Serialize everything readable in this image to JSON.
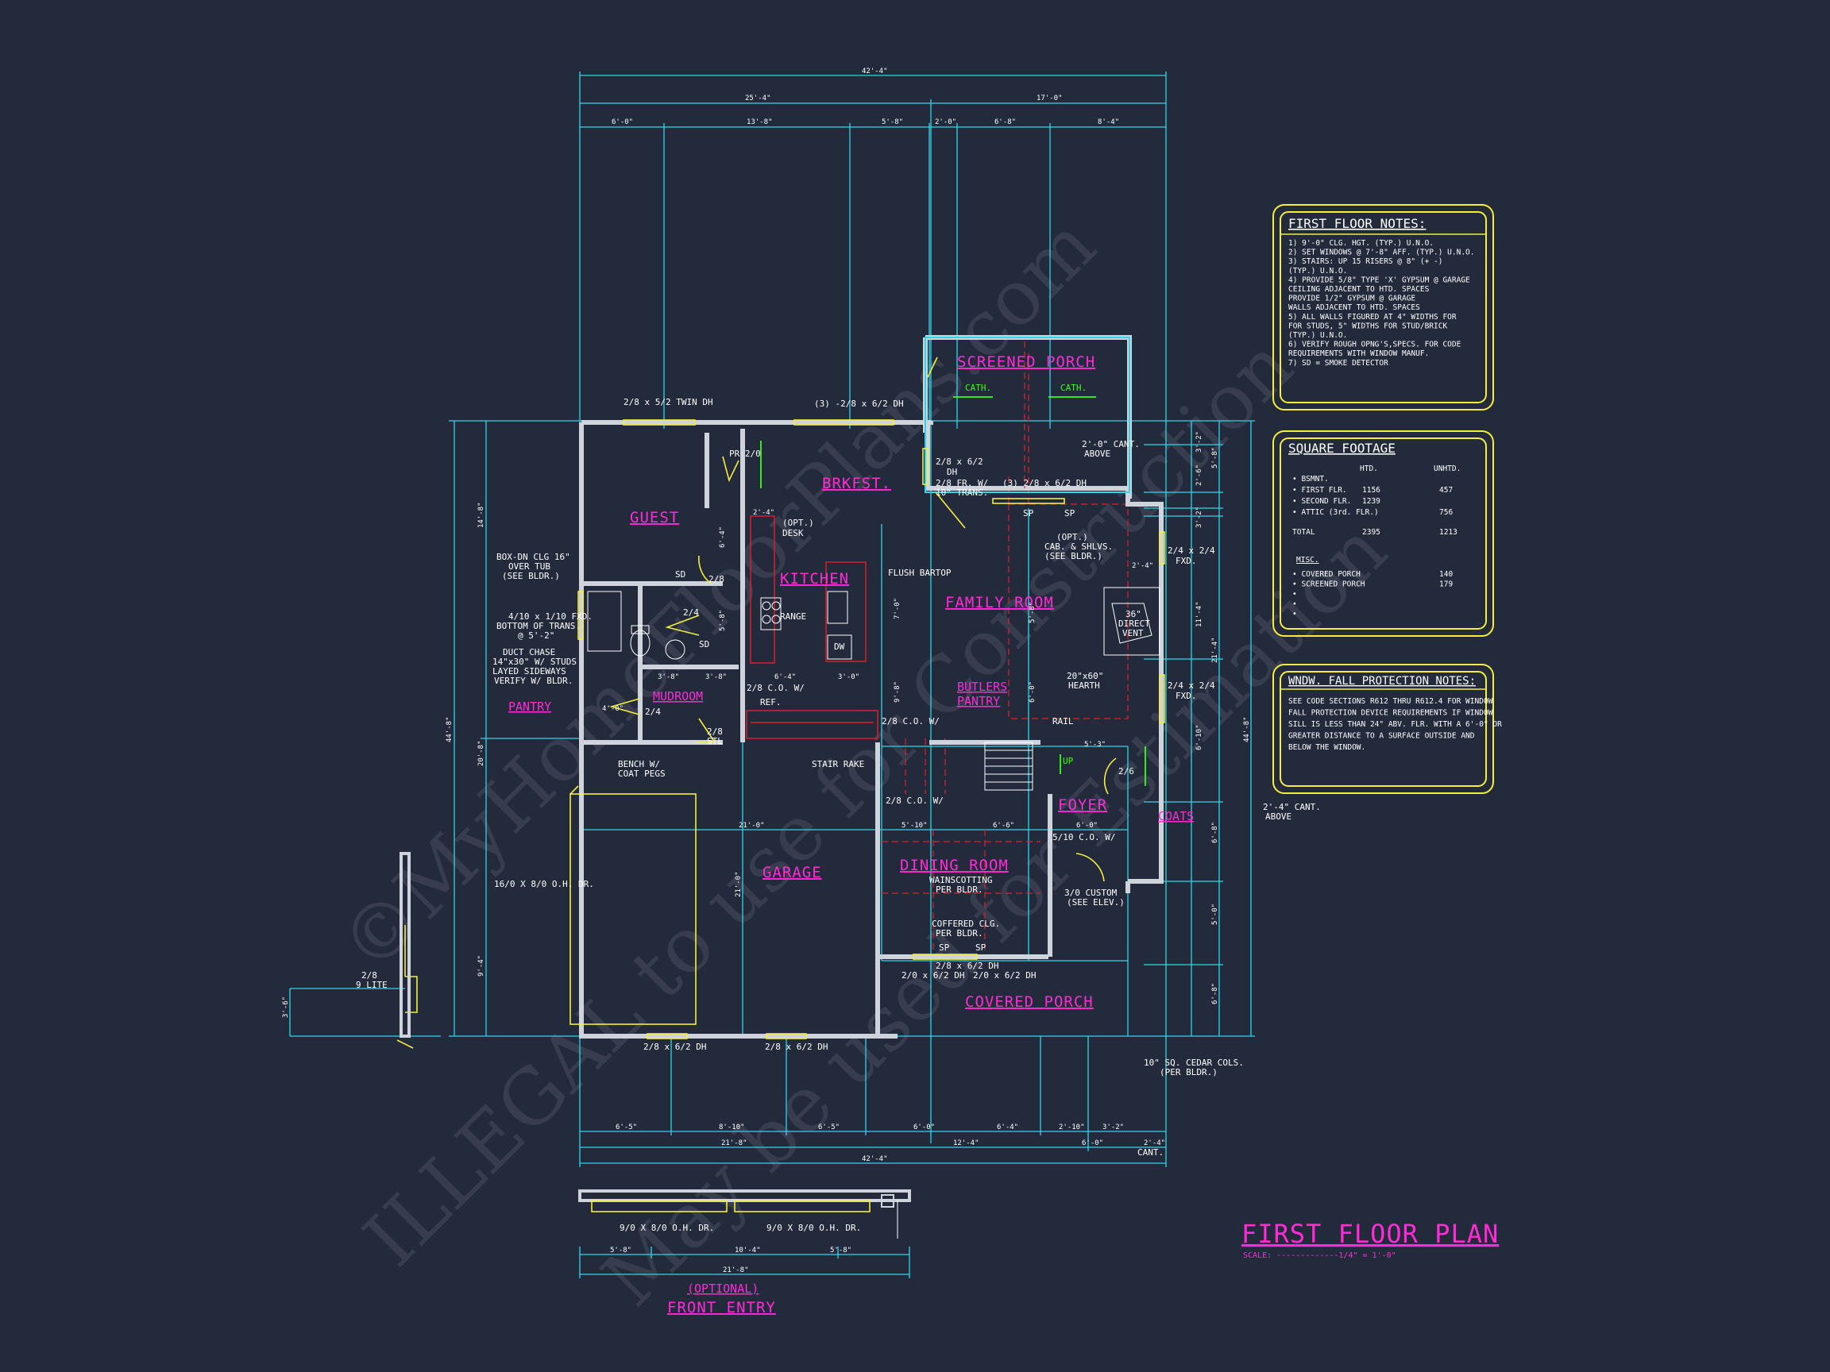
{
  "watermark": {
    "line1": "©MyHomeFloorPlans.com",
    "line2": "ILLEGAL to use for Construction",
    "line3": "May be used for Estimation"
  },
  "title": {
    "main": "FIRST FLOOR PLAN",
    "scale": "SCALE: -------------1/4\" = 1'-0\""
  },
  "rooms": {
    "screened_porch": "SCREENED PORCH",
    "brkfst": "BRKFST.",
    "guest": "GUEST",
    "kitchen": "KITCHEN",
    "family_room": "FAMILY ROOM",
    "butlers": "BUTLERS",
    "pantry_b": "PANTRY",
    "mudroom": "MUDROOM",
    "pantry": "PANTRY",
    "garage": "GARAGE",
    "dining_room": "DINING ROOM",
    "foyer": "FOYER",
    "coats": "COATS",
    "covered_porch": "COVERED PORCH",
    "optional": "(OPTIONAL)",
    "front_entry": "FRONT ENTRY"
  },
  "labels": {
    "cath1": "CATH.",
    "cath2": "CATH.",
    "twin_dh": "2/8 x 5/2 TWIN DH",
    "three_dh_top": "(3) -2/8 x 6/2 DH",
    "pr": "PR 2/0",
    "dh_2_8_6_2": "2/8 x 6/2",
    "dh_word": "DH",
    "fr_2_8": "2/8 FR. W/",
    "fr_trans": "10\" TRANS.",
    "three_dh_mid": "(3) 2/8 x 6/2 DH",
    "cant_above_1": "2'-0\" CANT.",
    "cant_above_2": "ABOVE",
    "sp1": "SP",
    "sp2": "SP",
    "opt_desk_1": "(OPT.)",
    "opt_desk_2": "DESK",
    "opt_cab_1": "(OPT.)",
    "opt_cab_2": "CAB. & SHLVS.",
    "opt_cab_3": "(SEE BLDR.)",
    "fxd_1": "2/4 x 2/4",
    "fxd_2": "FXD.",
    "fxd_3": "2/4 x 2/4",
    "fxd_4": "FXD.",
    "box_1": "BOX-DN CLG 16\"",
    "box_2": "OVER TUB",
    "box_3": "(SEE BLDR.)",
    "sd1": "SD",
    "sd2": "SD",
    "door_2_8": "2/8",
    "door_2_4": "2/4",
    "door_2_4b": "2/4",
    "flush_bartop": "FLUSH BARTOP",
    "range": "RANGE",
    "dw": "DW",
    "vent_1": "36\"",
    "vent_2": "DIRECT",
    "vent_3": "VENT",
    "hearth_1": "20\"x60\"",
    "hearth_2": "HEARTH",
    "fxd_win_1": "4/10 x 1/10 FXD.",
    "fxd_win_2": "BOTTOM OF TRANS.",
    "fxd_win_3": "@ 5'-2\"",
    "duct_1": "DUCT CHASE",
    "duct_2": "14\"x30\" W/ STUDS",
    "duct_3": "LAYED SIDEWAYS",
    "duct_4": "VERIFY W/ BLDR.",
    "co_ref_1": "2/8 C.O. W/",
    "co_ref_2": "REF.",
    "co_w_1": "2/8 C.O. W/",
    "rail": "RAIL",
    "up": "UP",
    "stl_1": "2/8",
    "stl_2": "STL",
    "bench_1": "BENCH W/",
    "bench_2": "COAT PEGS",
    "stair_rake": "STAIR RAKE",
    "co_w_2": "2/8 C.O. W/",
    "door_2_6": "2/6",
    "cant_2_4_1": "2'-4\" CANT.",
    "cant_2_4_2": "ABOVE",
    "co_5_10": "5/10 C.O. W/",
    "ohd_16": "16/0 X 8/0 O.H. DR.",
    "wain_1": "WAINSCOTTING",
    "wain_2": "PER BLDR.",
    "custom_1": "3/0 CUSTOM",
    "custom_2": "(SEE ELEV.)",
    "coff_1": "COFFERED CLG.",
    "coff_2": "PER BLDR.",
    "sp3": "SP",
    "sp4": "SP",
    "dh_a": "2/8 x 6/2 DH",
    "dh_b": "2/0 x 6/2 DH",
    "dh_c": "2/0 x 6/2 DH",
    "lite_1": "2/8",
    "lite_2": "9 LITE",
    "dh_g1": "2/8 x 6/2 DH",
    "dh_g2": "2/8 x 6/2 DH",
    "cols_1": "10\" SQ. CEDAR COLS.",
    "cols_2": "(PER BLDR.)",
    "cant_bot": "CANT.",
    "ohd_9a": "9/0 X 8/0 O.H. DR.",
    "ohd_9b": "9/0 X 8/0 O.H. DR."
  },
  "dims": {
    "top_total": "42'-4\"",
    "top_a": "25'-4\"",
    "top_b": "17'-0\"",
    "top_c1": "6'-0\"",
    "top_c2": "13'-8\"",
    "top_c3": "5'-8\"",
    "top_c4": "2'-0\"",
    "top_c5": "6'-8\"",
    "top_c6": "8'-4\"",
    "left_total": "44'-8\"",
    "left_a": "14'-8\"",
    "left_b": "20'-8\"",
    "left_c": "9'-4\"",
    "right_total": "44'-8\"",
    "right_a": "21'-4\"",
    "right_b1": "3'-2\"",
    "right_b2": "5'-8\"",
    "right_b3": "2'-6\"",
    "right_b4": "3'-2\"",
    "right_b5": "11'-4\"",
    "right_b6": "6'-10\"",
    "right_b7": "6'-8\"",
    "right_b8": "5'-0\"",
    "right_b9": "6'-8\"",
    "mid_21": "21'-0\"",
    "mid_v21": "21'-0\"",
    "d_2_4": "2'-4\"",
    "d_6_4": "6'-4\"",
    "d_3_0": "3'-0\"",
    "d_3_8a": "3'-8\"",
    "d_3_8b": "3'-8\"",
    "d_4_0": "4'-0\"",
    "d_5_3": "5'-3\"",
    "d_5_10": "5'-10\"",
    "d_6_6": "6'-6\"",
    "d_6_0": "6'-0\"",
    "d_2_4b": "2'-4\"",
    "d_7_0": "7'-0\"",
    "d_5_8": "5'-8\"",
    "d_6_4v": "6'-4\"",
    "d_9_8": "9'-8\"",
    "d_6_0v": "6'-0\"",
    "d_5_8v": "5'-8\"",
    "d_3_6": "3'-6\"",
    "bot_c1": "6'-5\"",
    "bot_c2": "8'-10\"",
    "bot_c3": "6'-5\"",
    "bot_c4": "6'-0\"",
    "bot_c5": "6'-4\"",
    "bot_c6": "2'-10\"",
    "bot_c7": "3'-2\"",
    "bot_b1": "21'-8\"",
    "bot_b2": "12'-4\"",
    "bot_b3": "6'-0\"",
    "bot_b4": "2'-4\"",
    "bot_total": "42'-4\"",
    "fe_1": "5'-8\"",
    "fe_2": "10'-4\"",
    "fe_3": "5'-8\"",
    "fe_total": "21'-8\""
  },
  "notes": {
    "first_floor": {
      "title": "FIRST FLOOR NOTES:",
      "lines": [
        "1) 9'-0\" CLG. HGT. (TYP.) U.N.O.",
        "2) SET WINDOWS @ 7'-8\" AFF. (TYP.) U.N.O.",
        "3) STAIRS: UP 15 RISERS @ 8\" (+ -)",
        "    (TYP.) U.N.O.",
        "4) PROVIDE 5/8\" TYPE 'X' GYPSUM @ GARAGE",
        "    CEILING ADJACENT TO HTD. SPACES",
        "    PROVIDE 1/2\" GYPSUM @ GARAGE",
        "    WALLS ADJACENT TO HTD. SPACES",
        "5) ALL WALLS FIGURED AT 4\" WIDTHS FOR",
        "    FOR STUDS, 5\" WIDTHS FOR STUD/BRICK",
        "    (TYP.) U.N.O.",
        "6) VERIFY ROUGH OPNG'S,SPECS. FOR CODE",
        "    REQUIREMENTS WITH WINDOW MANUF.",
        "7) SD = SMOKE DETECTOR"
      ]
    },
    "square_footage": {
      "title": "SQUARE FOOTAGE",
      "col_htd": "HTD.",
      "col_unhtd": "UNHTD.",
      "rows": [
        {
          "label": "• BSMNT.",
          "htd": "",
          "unhtd": ""
        },
        {
          "label": "• FIRST FLR.",
          "htd": "1156",
          "unhtd": "457"
        },
        {
          "label": "• SECOND FLR.",
          "htd": "1239",
          "unhtd": ""
        },
        {
          "label": "• ATTIC (3rd. FLR.)",
          "htd": "",
          "unhtd": "756"
        },
        {
          "label": "TOTAL",
          "htd": "2395",
          "unhtd": "1213"
        }
      ],
      "misc_label": "MISC.",
      "misc_rows": [
        {
          "label": "• COVERED PORCH",
          "unhtd": "140"
        },
        {
          "label": "• SCREENED PORCH",
          "unhtd": "179"
        },
        {
          "label": "•",
          "unhtd": ""
        },
        {
          "label": "•",
          "unhtd": ""
        },
        {
          "label": "•",
          "unhtd": ""
        }
      ]
    },
    "window_fall": {
      "title": "WNDW. FALL PROTECTION NOTES:",
      "lines": [
        "SEE CODE SECTIONS R612 THRU R612.4 FOR WINDOW",
        "FALL PROTECTION DEVICE REQUIREMENTS IF WINDOW",
        "SILL IS LESS THAN 24\" ABV. FLR. WITH A 6'-0\" OR",
        "GREATER DISTANCE TO A SURFACE OUTSIDE AND",
        "BELOW THE WINDOW."
      ]
    }
  }
}
